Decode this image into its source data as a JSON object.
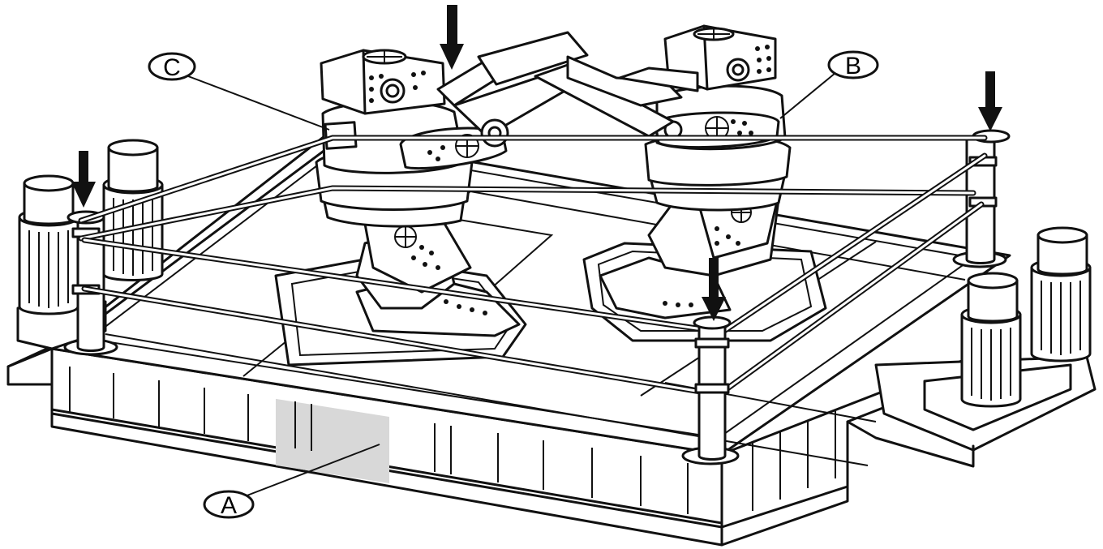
{
  "diagram": {
    "callouts": [
      {
        "id": "A",
        "text": "A"
      },
      {
        "id": "B",
        "text": "B"
      },
      {
        "id": "C",
        "text": "C"
      }
    ],
    "marker_icons": [
      "down-arrow-icon",
      "down-arrow-icon",
      "down-arrow-icon",
      "down-arrow-icon"
    ],
    "colors": {
      "ink": "#111111",
      "paper": "#ffffff",
      "shade": "#d8d8d8"
    }
  }
}
